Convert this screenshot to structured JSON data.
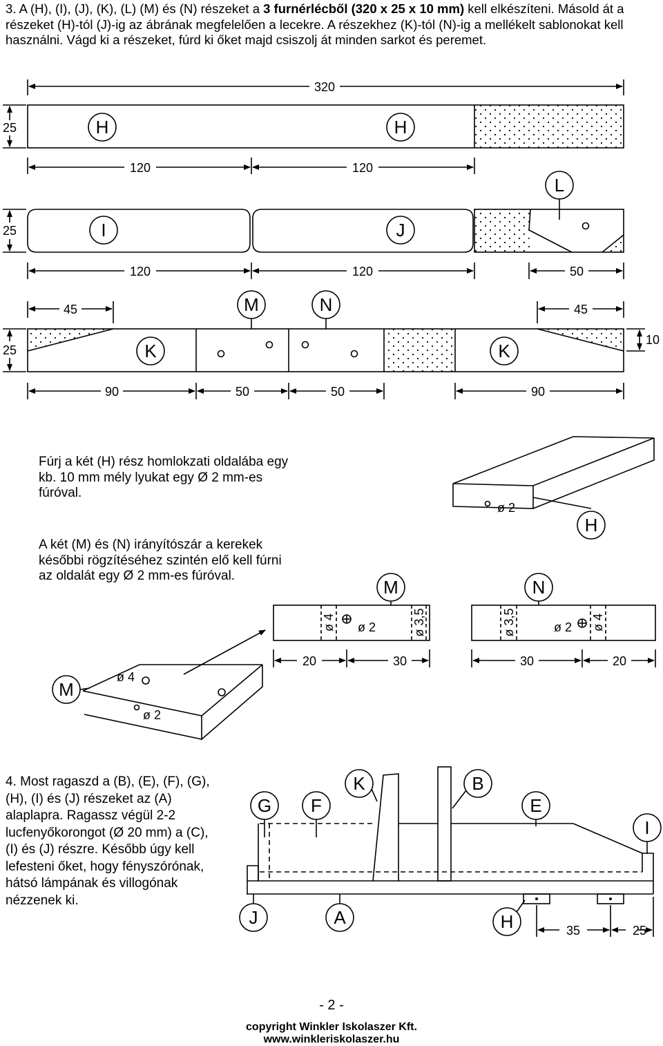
{
  "intro": {
    "num": "3.",
    "part1": "A (H), (I), (J), (K), (L) (M) és (N) részeket a ",
    "bold": "3 furnérlécből (320 x 25 x 10 mm)",
    "part2": " kell elkészíteni.",
    "line2": "Másold át a részeket (H)-tól (J)-ig az ábrának megfelelően a lecekre. A részekhez (K)-tól (N)-ig a mellékelt sablonokat kell használni. Vágd ki a részeket, fúrd ki őket majd csiszolj át minden sarkot és peremet."
  },
  "strip1": {
    "overall": "320",
    "height": "25",
    "labels": [
      "H",
      "H"
    ],
    "dims": [
      "120",
      "120"
    ]
  },
  "strip2": {
    "height": "25",
    "labels": [
      "I",
      "J",
      "L"
    ],
    "dims": [
      "120",
      "120",
      "50"
    ]
  },
  "strip3": {
    "height": "25",
    "thickness": "10",
    "top_dims": [
      "45",
      "45"
    ],
    "labels": [
      "M",
      "N",
      "K",
      "K"
    ],
    "dims": [
      "90",
      "50",
      "50",
      "90"
    ]
  },
  "notes": {
    "drill1": "Fúrj a két (H) rész homlokzati oldalába egy kb. 10 mm mély lyukat egy Ø 2 mm-es fúróval.",
    "drill2": "A két (M) és (N) irányítószár a kerekek későbbi rögzítéséhez szintén elő kell fúrni az oldalát egy Ø 2 mm-es fúróval."
  },
  "detail_h": {
    "hole": "ø 2",
    "label": "H"
  },
  "detail_mn": {
    "labels": [
      "M",
      "N"
    ],
    "m_marks": [
      "ø 4",
      "ø 2",
      "ø 3,5"
    ],
    "n_marks": [
      "ø 3,5",
      "ø 2",
      "ø 4"
    ],
    "dims": [
      "20",
      "30",
      "30",
      "20"
    ]
  },
  "detail_m3d": {
    "label": "M",
    "holes": [
      "ø 4",
      "ø 2"
    ]
  },
  "step4": {
    "text": "4. Most ragaszd a (B), (E), (F), (G), (H), (I) és (J) részeket az (A) alaplapra. Ragassz végül 2-2 lucfenyőkorongot (Ø 20 mm) a (C), (I) és (J) részre. Később úgy kell lefesteni őket, hogy fényszórónak, hátsó lámpának és villogónak nézzenek ki."
  },
  "assembly": {
    "labels": [
      "K",
      "B",
      "G",
      "F",
      "E",
      "I",
      "J",
      "A",
      "H"
    ],
    "dims": [
      "35",
      "25"
    ]
  },
  "footer": {
    "page": "- 2 -",
    "copyright": "copyright Winkler Iskolaszer Kft.",
    "url": "www.winkleriskolaszer.hu"
  }
}
